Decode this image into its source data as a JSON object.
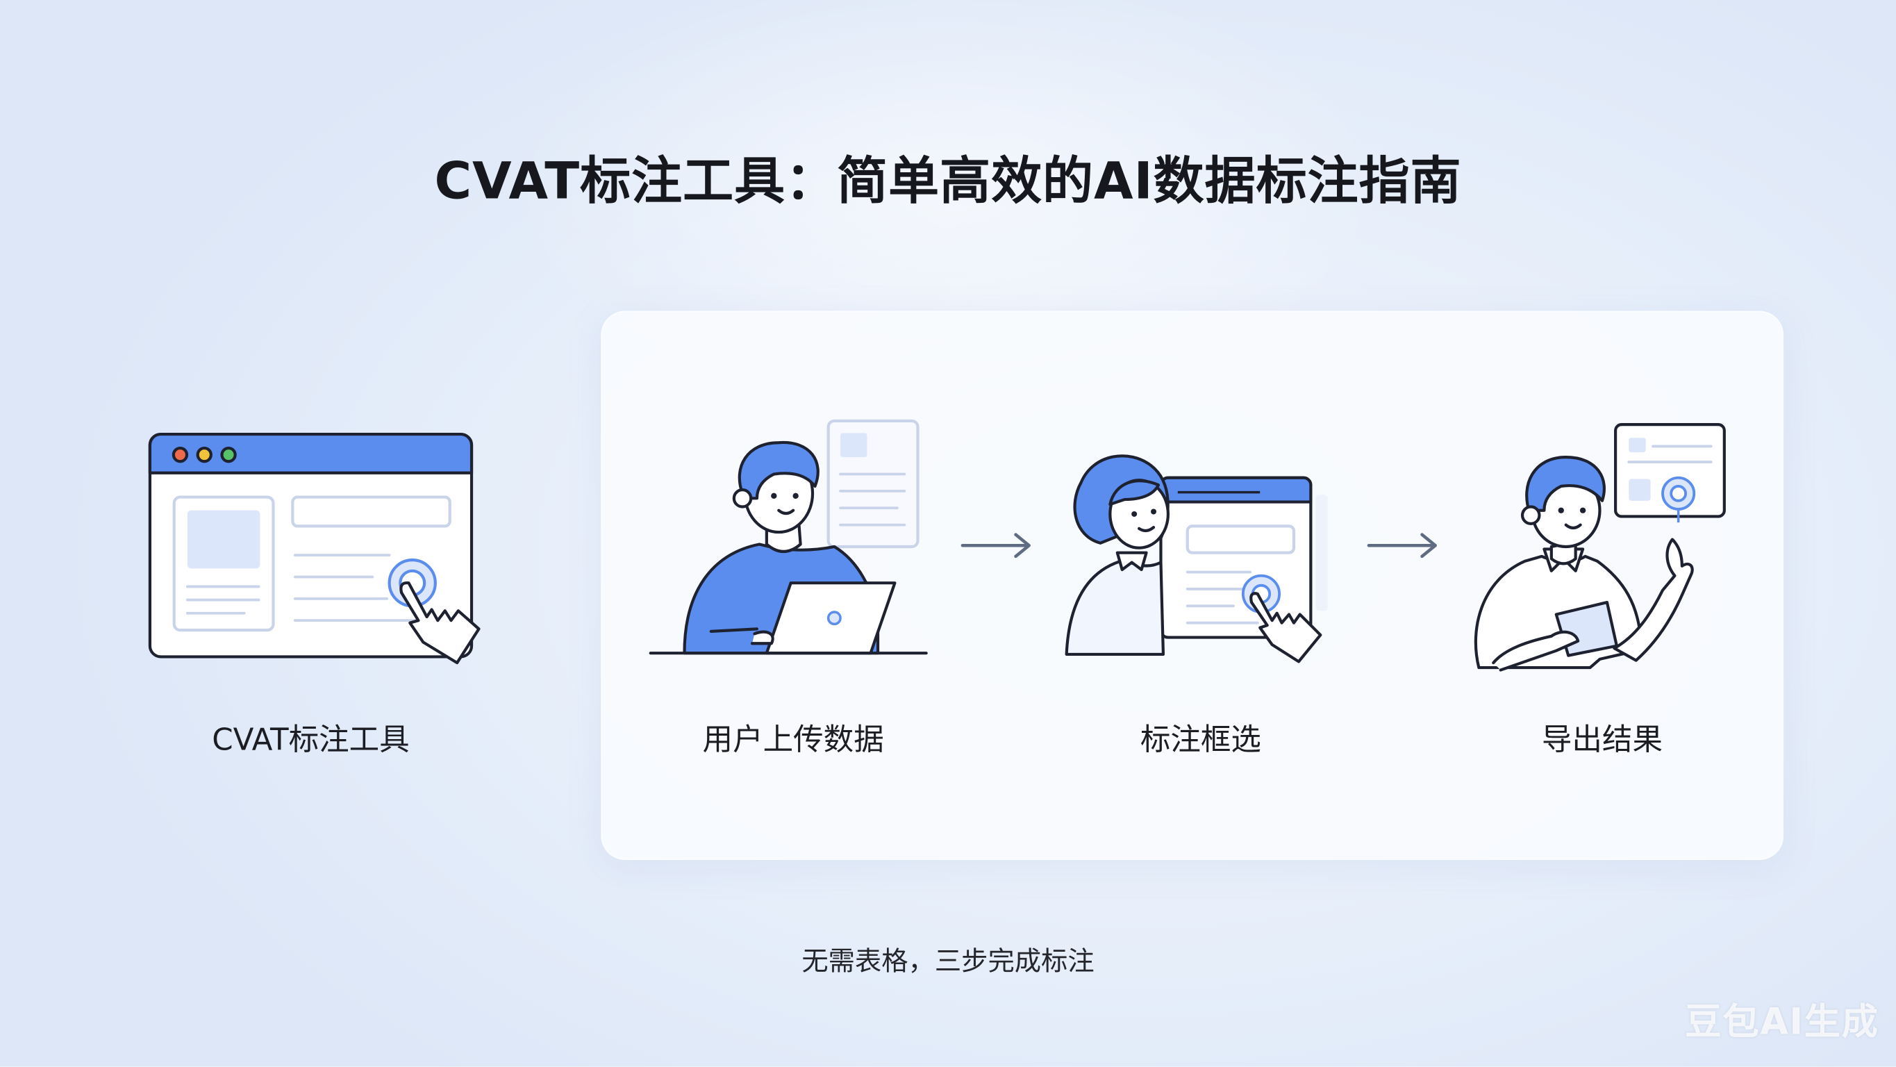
{
  "title": "CVAT标注工具：简单高效的AI数据标注指南",
  "steps": [
    {
      "label": "CVAT标注工具",
      "icon": "browser-window-pointer-icon"
    },
    {
      "label": "用户上传数据",
      "icon": "person-laptop-upload-icon"
    },
    {
      "label": "标注框选",
      "icon": "person-annotating-window-icon"
    },
    {
      "label": "导出结果",
      "icon": "person-exporting-result-icon"
    }
  ],
  "footer_note": "无需表格，三步完成标注",
  "watermark": "豆包AI生成",
  "colors": {
    "accent": "#5b8def",
    "accent_light": "#dbe6fa",
    "ink": "#1e2230",
    "dot_red": "#ef6a4a",
    "dot_yellow": "#f2c23a",
    "dot_green": "#57c26a"
  }
}
